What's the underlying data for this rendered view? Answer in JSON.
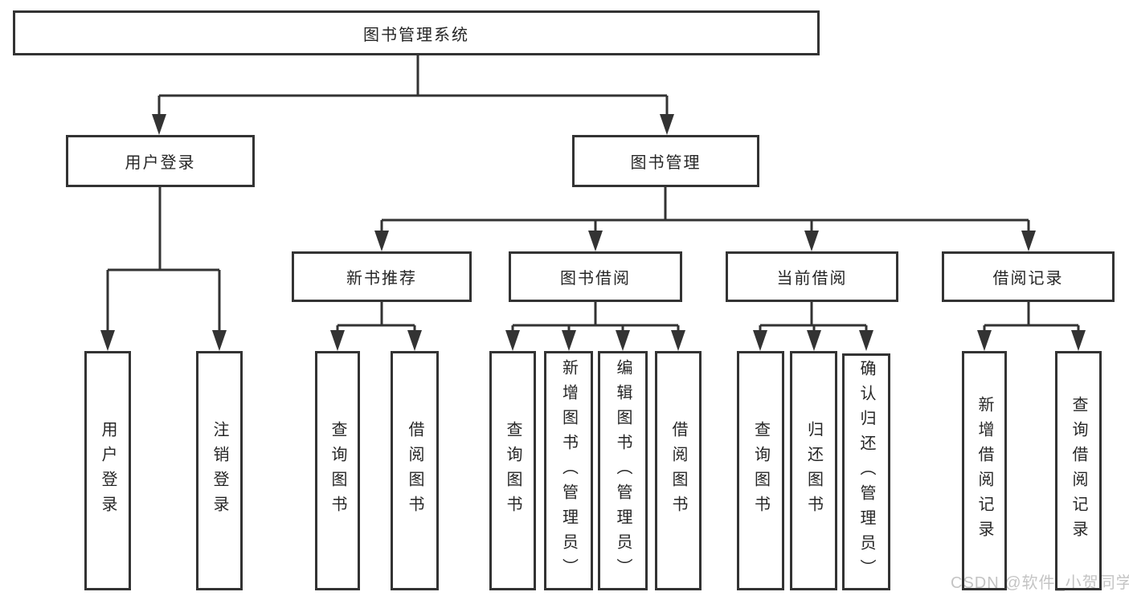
{
  "diagram": {
    "title": "图书管理系统",
    "branches": {
      "user_login": "用户登录",
      "book_management": "图书管理"
    },
    "modules": [
      "新书推荐",
      "图书借阅",
      "当前借阅",
      "借阅记录"
    ],
    "leaves": {
      "user_login": [
        "用户登录",
        "注销登录"
      ],
      "new_book": [
        "查询图书",
        "借阅图书"
      ],
      "book_borrow": [
        "查询图书",
        "新增图书（管理员）",
        "编辑图书（管理员）",
        "借阅图书"
      ],
      "current_borrow": [
        "查询图书",
        "归还图书",
        "确认归还（管理员）"
      ],
      "borrow_record": [
        "新增借阅记录",
        "查询借阅记录"
      ]
    }
  },
  "watermark": "CSDN @软件_小贺同学",
  "colors": {
    "line": "#333333",
    "box_border": "#333333",
    "text": "#262626",
    "watermark": "#c4c4c4",
    "background": "#ffffff"
  }
}
